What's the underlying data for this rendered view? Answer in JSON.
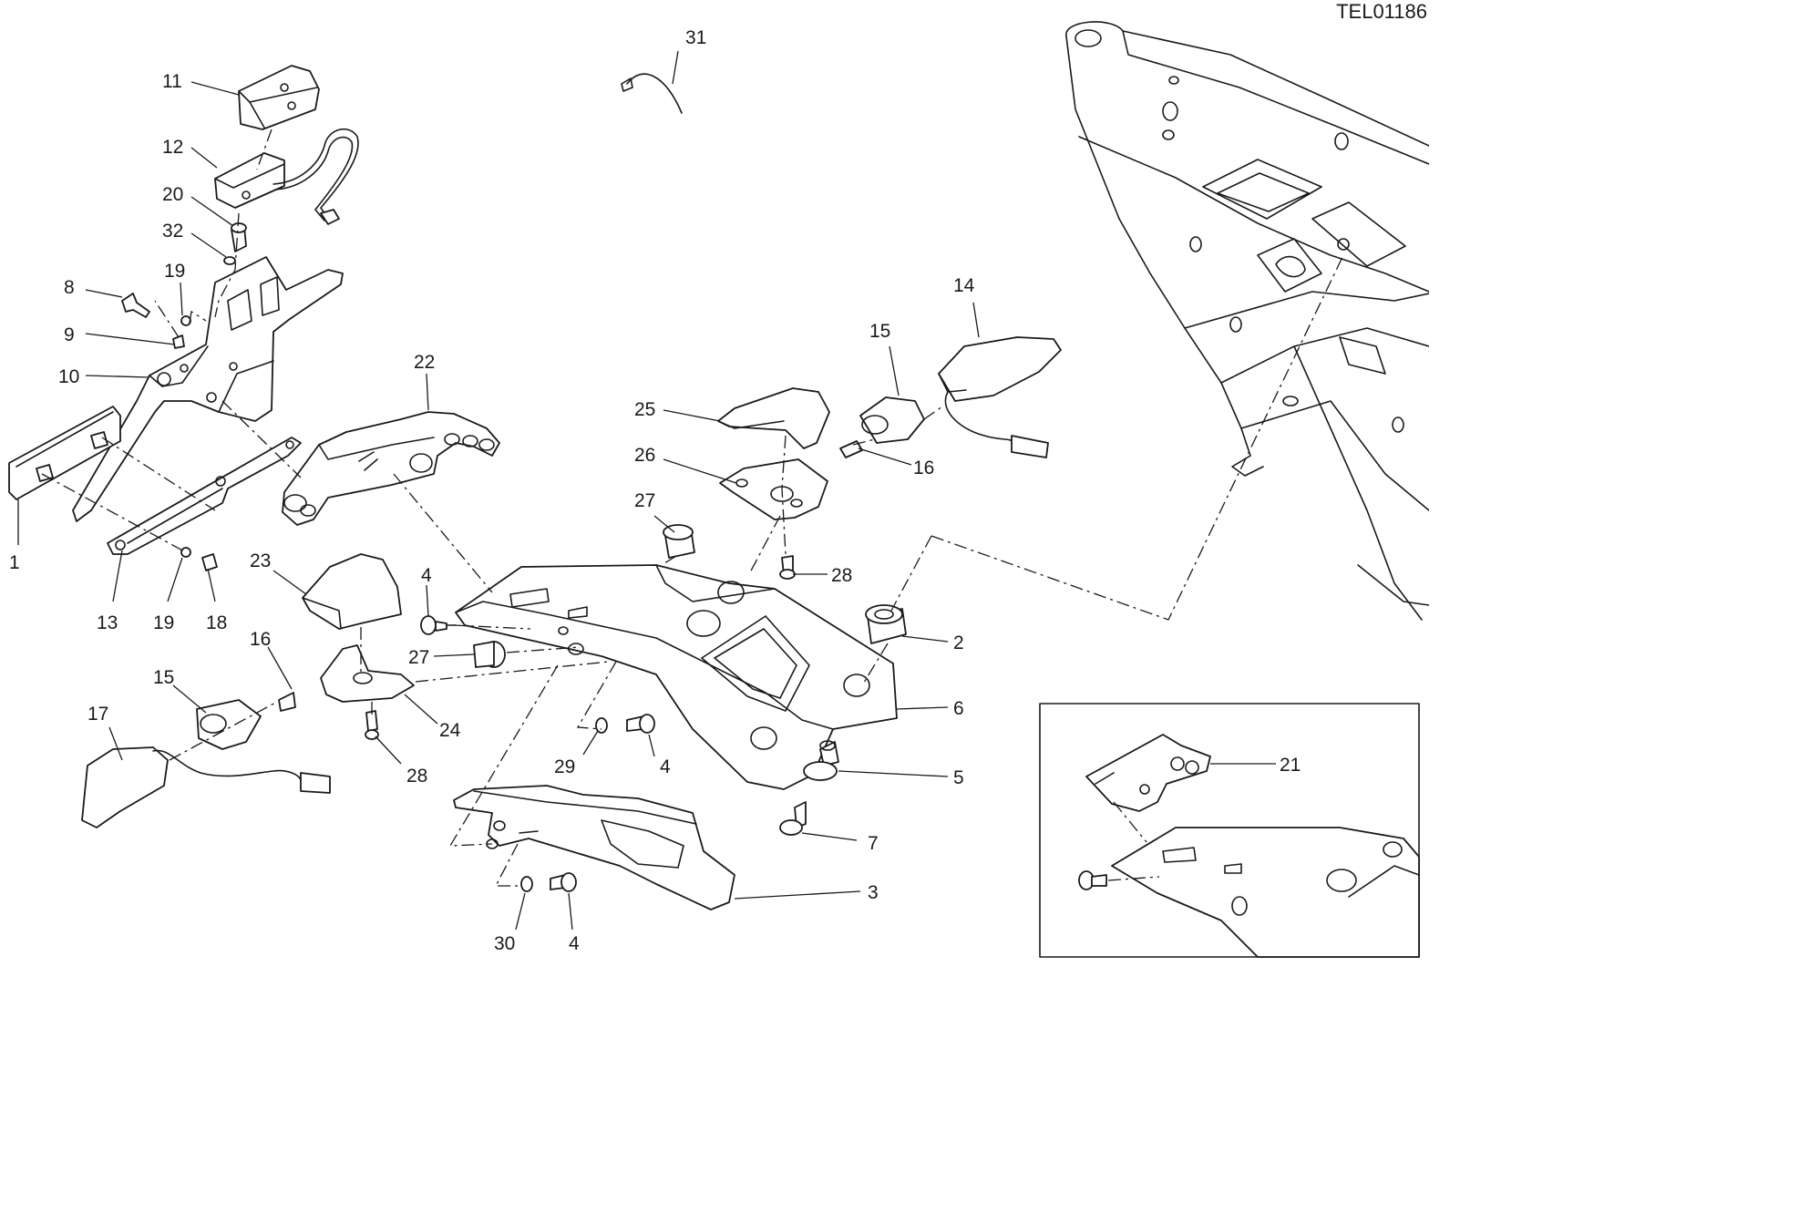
{
  "drawing": {
    "code": "TEL01186"
  },
  "callouts": [
    {
      "id": "c1",
      "label": "1"
    },
    {
      "id": "c2",
      "label": "2"
    },
    {
      "id": "c3",
      "label": "3"
    },
    {
      "id": "c4a",
      "label": "4"
    },
    {
      "id": "c4b",
      "label": "4"
    },
    {
      "id": "c4c",
      "label": "4"
    },
    {
      "id": "c5",
      "label": "5"
    },
    {
      "id": "c6",
      "label": "6"
    },
    {
      "id": "c7",
      "label": "7"
    },
    {
      "id": "c8",
      "label": "8"
    },
    {
      "id": "c9",
      "label": "9"
    },
    {
      "id": "c10",
      "label": "10"
    },
    {
      "id": "c11",
      "label": "11"
    },
    {
      "id": "c12",
      "label": "12"
    },
    {
      "id": "c13",
      "label": "13"
    },
    {
      "id": "c14",
      "label": "14"
    },
    {
      "id": "c15a",
      "label": "15"
    },
    {
      "id": "c15b",
      "label": "15"
    },
    {
      "id": "c16a",
      "label": "16"
    },
    {
      "id": "c16b",
      "label": "16"
    },
    {
      "id": "c17",
      "label": "17"
    },
    {
      "id": "c18",
      "label": "18"
    },
    {
      "id": "c19a",
      "label": "19"
    },
    {
      "id": "c19b",
      "label": "19"
    },
    {
      "id": "c20",
      "label": "20"
    },
    {
      "id": "c21",
      "label": "21"
    },
    {
      "id": "c22",
      "label": "22"
    },
    {
      "id": "c23",
      "label": "23"
    },
    {
      "id": "c24",
      "label": "24"
    },
    {
      "id": "c25",
      "label": "25"
    },
    {
      "id": "c26",
      "label": "26"
    },
    {
      "id": "c27a",
      "label": "27"
    },
    {
      "id": "c27b",
      "label": "27"
    },
    {
      "id": "c28a",
      "label": "28"
    },
    {
      "id": "c28b",
      "label": "28"
    },
    {
      "id": "c29",
      "label": "29"
    },
    {
      "id": "c30",
      "label": "30"
    },
    {
      "id": "c31",
      "label": "31"
    },
    {
      "id": "c32",
      "label": "32"
    }
  ]
}
